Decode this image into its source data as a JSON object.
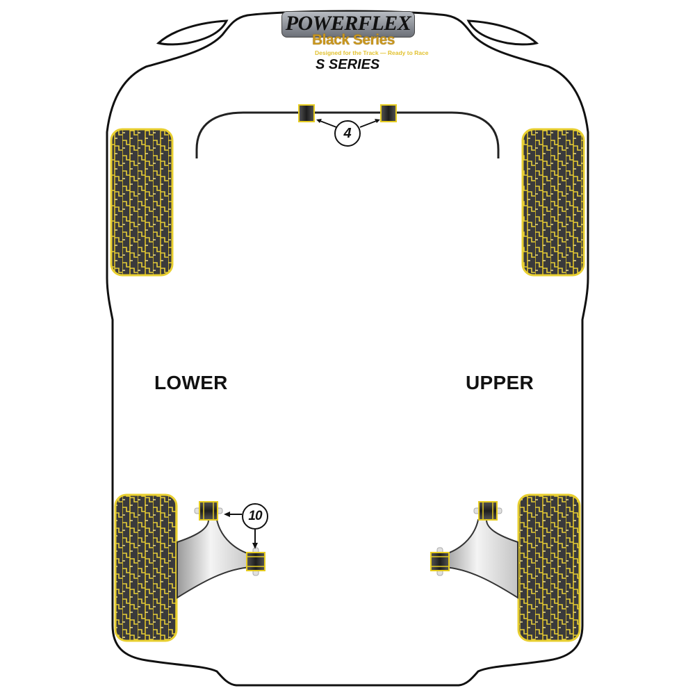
{
  "logo": {
    "brand": "POWERFLEX",
    "sub_brand": "Black Series",
    "tagline": "Designed for the Track — Ready to Race"
  },
  "series_title": "S SERIES",
  "axle_labels": {
    "left": "LOWER",
    "right": "UPPER"
  },
  "callouts": [
    {
      "number": "4",
      "target": "front anti-roll bar bushes (pair)"
    },
    {
      "number": "10",
      "target": "rear wishbone bushes (inner front and rear)"
    }
  ],
  "colors": {
    "outline": "#111111",
    "tyre_fill": "#3a3a3c",
    "tyre_tread": "#e0c020",
    "bush_yellow": "#f0d020",
    "bush_body": "#2e2e2e",
    "arm_grey": "#d9d9d9",
    "background": "#ffffff"
  }
}
